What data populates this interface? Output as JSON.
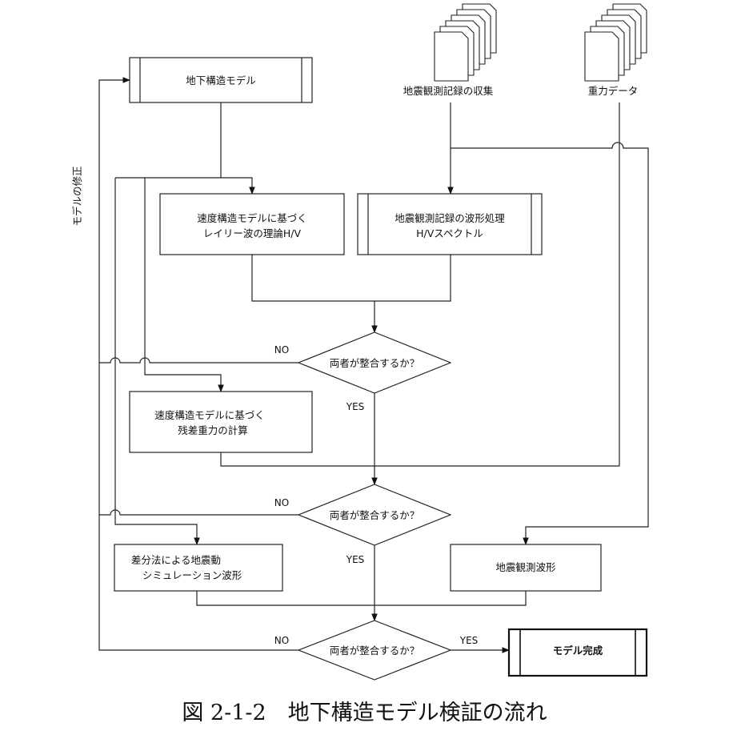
{
  "nodes": {
    "model": "地下構造モデル",
    "eq_records": "地震観測記録の収集",
    "gravity": "重力データ",
    "theory_hv_1": "速度構造モデルに基づく",
    "theory_hv_2": "レイリー波の理論H/V",
    "wave_proc_1": "地震観測記録の波形処理",
    "wave_proc_2": "H/Vスペクトル",
    "residual_1": "速度構造モデルに基づく",
    "residual_2": "残差重力の計算",
    "fdm_1": "差分法による地震動",
    "fdm_2": "シミュレーション波形",
    "obs_wave": "地震観測波形",
    "complete": "モデル完成"
  },
  "decisions": {
    "d1": "両者が整合するか？",
    "d2": "両者が整合するか？",
    "d3": "両者が整合するか？"
  },
  "edge_labels": {
    "no": "NO",
    "yes": "YES",
    "modify": "モデルの修正"
  },
  "caption": "図 2-1-2　地下構造モデル検証の流れ"
}
